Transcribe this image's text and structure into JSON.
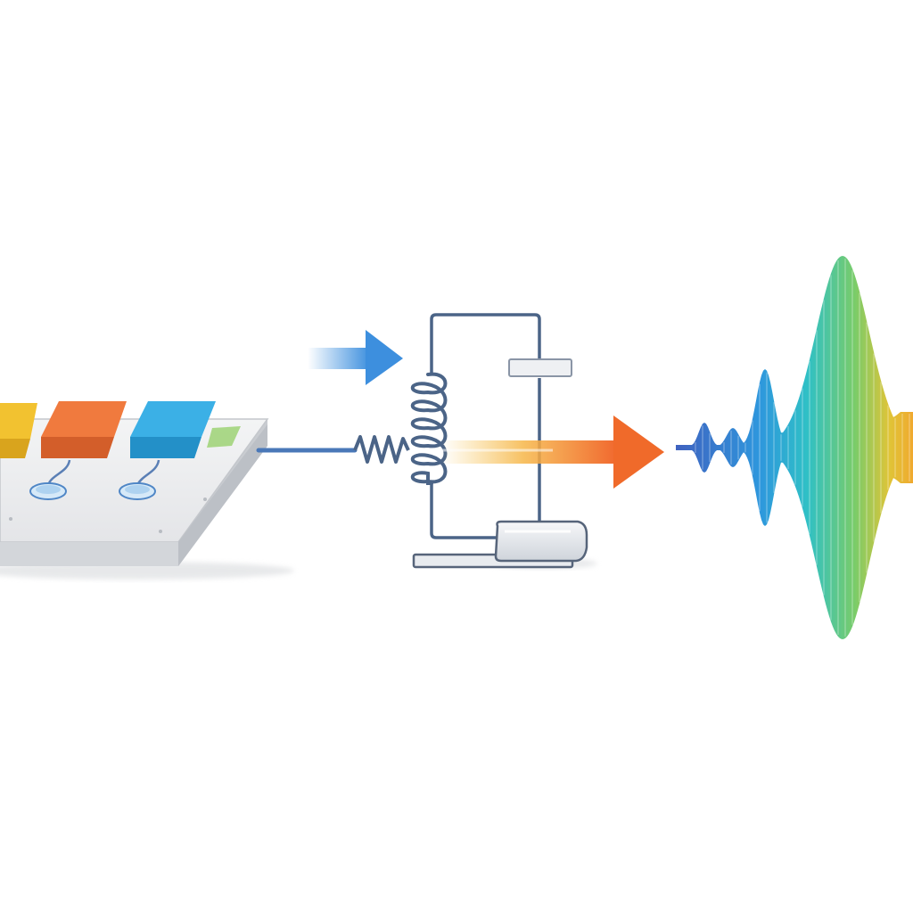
{
  "diagram": {
    "panel": {
      "keys": [
        {
          "name": "yellow-key",
          "color": "#f2c230"
        },
        {
          "name": "orange-key",
          "color": "#f07a3e"
        },
        {
          "name": "blue-key",
          "color": "#3bb0e6"
        }
      ],
      "accent_color": "#8ccc5a"
    },
    "colors": {
      "wire": "#4a78b8",
      "circuit": "#4b6487",
      "input_arrow": "#3d8fde",
      "output_arrow": "#f06a2a",
      "board": "#e9eaec"
    },
    "waveform": {
      "gradient": [
        "#3f63c0",
        "#2e97dd",
        "#2fc0c6",
        "#78cc6a",
        "#e0c437",
        "#f0a92f"
      ]
    }
  }
}
